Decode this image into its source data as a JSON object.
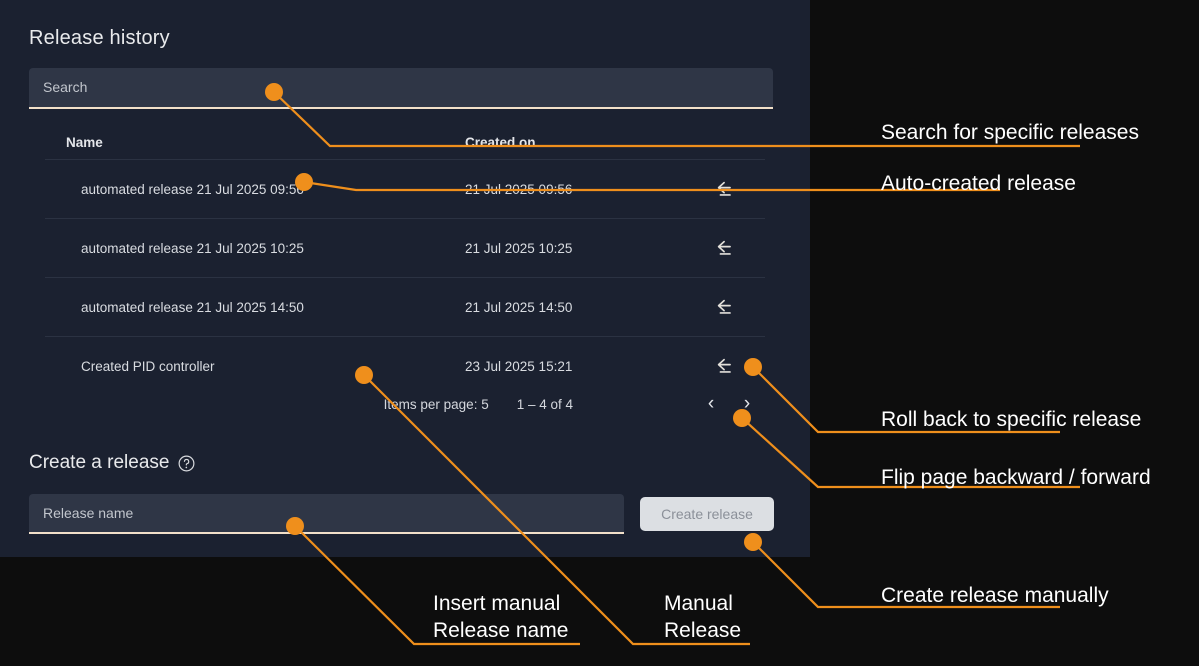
{
  "panel": {
    "title": "Release history",
    "search": {
      "placeholder": "Search",
      "icon": "search-field"
    },
    "table": {
      "columns": [
        "Name",
        "Created on"
      ],
      "rows": [
        {
          "name": "automated release 21 Jul 2025 09:56",
          "created_on": "21 Jul 2025 09:56",
          "action_icon": "rollback-icon"
        },
        {
          "name": "automated release 21 Jul 2025 10:25",
          "created_on": "21 Jul 2025 10:25",
          "action_icon": "rollback-icon"
        },
        {
          "name": "automated release 21 Jul 2025 14:50",
          "created_on": "21 Jul 2025 14:50",
          "action_icon": "rollback-icon"
        },
        {
          "name": "Created PID controller",
          "created_on": "23 Jul 2025 15:21",
          "action_icon": "rollback-icon"
        }
      ]
    },
    "paginator": {
      "items_per_page": "Items per page: 5",
      "range": "1 – 4 of 4",
      "prev": "‹",
      "next": "›"
    },
    "create": {
      "title": "Create a release",
      "help_icon": "help-circle-icon",
      "name_placeholder": "Release name",
      "button_label": "Create release"
    }
  },
  "annotations": {
    "accent": "#ef8f1c",
    "items": [
      {
        "id": "search-for-specific-releases",
        "text": "Search for specific releases"
      },
      {
        "id": "auto-created-release",
        "text": "Auto-created release"
      },
      {
        "id": "roll-back-to-specific-release",
        "text": "Roll back to specific release"
      },
      {
        "id": "flip-page-backward-forward",
        "text": "Flip page backward / forward"
      },
      {
        "id": "create-release-manually",
        "text": "Create release manually"
      },
      {
        "id": "insert-manual-release-name-l1",
        "text": "Insert manual"
      },
      {
        "id": "insert-manual-release-name-l2",
        "text": "Release name"
      },
      {
        "id": "manual-release-l1",
        "text": "Manual"
      },
      {
        "id": "manual-release-l2",
        "text": "Release"
      }
    ]
  },
  "colors": {
    "panel_bg": "#1b2130",
    "page_bg": "#0d0d0d",
    "field_bg": "#2f3646",
    "accent": "#ef8f1c",
    "button_bg": "#dcdfe3"
  }
}
